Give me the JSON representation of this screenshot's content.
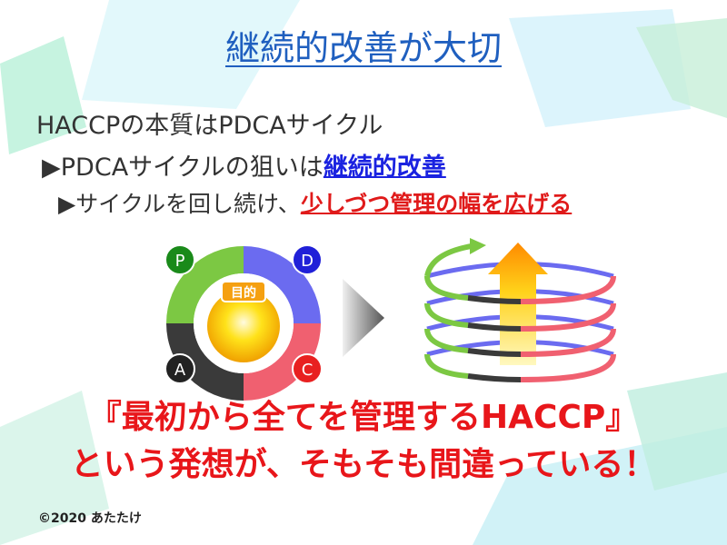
{
  "slide": {
    "title": "継続的改善が大切",
    "line1": "HACCPの本質はPDCAサイクル",
    "line2_prefix": "▶PDCAサイクルの狙いは",
    "line2_emphasis": "継続的改善",
    "line3_prefix": "▶サイクルを回し続け、",
    "line3_emphasis": "少しづつ管理の幅を広げる",
    "statement_line1": "『最初から全てを管理するHACCP』",
    "statement_line2": "という発想が、そもそも間違っている！",
    "copyright": "©2020 あたたけ"
  },
  "pdca": {
    "center_label": "目的",
    "p": "P",
    "d": "D",
    "c": "C",
    "a": "A"
  },
  "colors": {
    "title": "#1f5fbf",
    "emphasis_blue": "#1a22e0",
    "emphasis_red": "#e01a1a",
    "plan": "#7cc843",
    "do": "#6b6bf0",
    "check": "#f06070",
    "act": "#3a3a3a"
  }
}
